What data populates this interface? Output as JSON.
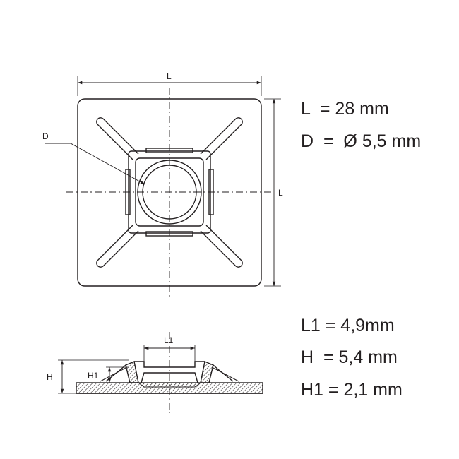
{
  "diagram": {
    "top_view": {
      "width_label": "L",
      "height_label": "L",
      "diameter_label": "D"
    },
    "side_view": {
      "l1_label": "L1",
      "h_label": "H",
      "h1_label": "H1"
    }
  },
  "specs": {
    "top": [
      {
        "text": "L  = 28 mm"
      },
      {
        "text": "D  =  Ø 5,5 mm"
      }
    ],
    "bottom": [
      {
        "text": "L1 = 4,9mm"
      },
      {
        "text": "H  = 5,4 mm"
      },
      {
        "text": "H1 = 2,1 mm"
      }
    ]
  },
  "colors": {
    "stroke": "#231f20",
    "background": "#ffffff"
  }
}
